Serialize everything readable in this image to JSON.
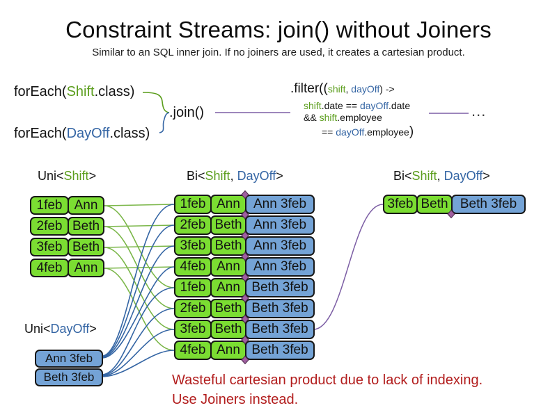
{
  "title": "Constraint Streams: join() without Joiners",
  "subtitle": "Similar to an SQL inner join. If no joiners are used, it creates a cartesian product.",
  "code": {
    "foreach_shift": {
      "pre": "forEach(",
      "cls": "Shift",
      "post": ".class)"
    },
    "foreach_dayoff": {
      "pre": "forEach(",
      "cls": "DayOff",
      "post": ".class)"
    },
    "join": ".join()",
    "filter": {
      "head": ".filter((",
      "arg1": "shift",
      "argsep": ", ",
      "arg2": "dayOff",
      "arrow": ") ->",
      "l2_shift": "shift",
      "l2_mid": ".date == ",
      "l2_dayoff": "dayOff",
      "l2_end": ".date",
      "l3_and": "&& ",
      "l3_shift": "shift",
      "l3_end": ".employee",
      "l4_eq": "== ",
      "l4_dayoff": "dayOff",
      "l4_end": ".employee",
      "l4_close": ")"
    },
    "ellipsis": "..."
  },
  "columns": {
    "uni_shift": {
      "label": {
        "pre": "Uni<",
        "cls": "Shift",
        "post": ">"
      },
      "rows": [
        {
          "date": "1feb",
          "name": "Ann"
        },
        {
          "date": "2feb",
          "name": "Beth"
        },
        {
          "date": "3feb",
          "name": "Beth"
        },
        {
          "date": "4feb",
          "name": "Ann"
        }
      ]
    },
    "bi_mid": {
      "label": {
        "pre": "Bi<",
        "cls1": "Shift",
        "sep": ", ",
        "cls2": "DayOff",
        "post": ">"
      },
      "rows": [
        {
          "date": "1feb",
          "name": "Ann",
          "dayoff": "Ann 3feb"
        },
        {
          "date": "2feb",
          "name": "Beth",
          "dayoff": "Ann 3feb"
        },
        {
          "date": "3feb",
          "name": "Beth",
          "dayoff": "Ann 3feb"
        },
        {
          "date": "4feb",
          "name": "Ann",
          "dayoff": "Ann 3feb"
        },
        {
          "date": "1feb",
          "name": "Ann",
          "dayoff": "Beth 3feb"
        },
        {
          "date": "2feb",
          "name": "Beth",
          "dayoff": "Beth 3feb"
        },
        {
          "date": "3feb",
          "name": "Beth",
          "dayoff": "Beth 3feb"
        },
        {
          "date": "4feb",
          "name": "Ann",
          "dayoff": "Beth 3feb"
        }
      ]
    },
    "bi_right": {
      "label": {
        "pre": "Bi<",
        "cls1": "Shift",
        "sep": ", ",
        "cls2": "DayOff",
        "post": ">"
      },
      "rows": [
        {
          "date": "3feb",
          "name": "Beth",
          "dayoff": "Beth 3feb"
        }
      ]
    },
    "uni_dayoff": {
      "label": {
        "pre": "Uni<",
        "cls": "DayOff",
        "post": ">"
      },
      "rows": [
        {
          "text": "Ann 3feb"
        },
        {
          "text": "Beth 3feb"
        }
      ]
    }
  },
  "note": {
    "line1": "Wasteful cartesian product due to lack of indexing.",
    "line2": "Use Joiners instead."
  },
  "colors": {
    "shift_box_green": "#7bdd32",
    "dayoff_box_blue": "#74a3d6",
    "code_green": "#5c9e1e",
    "code_blue": "#3465a4",
    "employee_orange": "#e2701a",
    "connector_green": "#7ab648",
    "connector_blue": "#3465a4",
    "connector_purple": "#7d5fa5",
    "note_red": "#b21d1d",
    "diamond_purple": "#a05fa0"
  }
}
